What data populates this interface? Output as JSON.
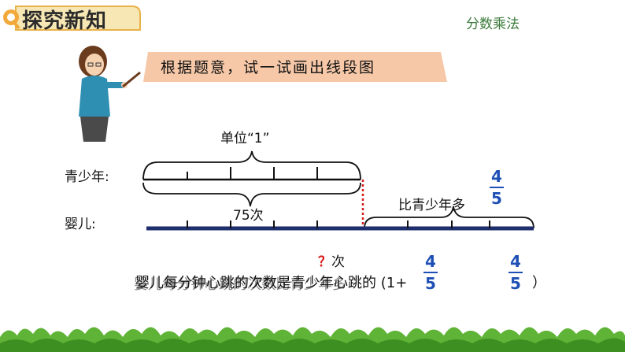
{
  "header": {
    "title": "探究新知",
    "subject": "分数乘法"
  },
  "task": {
    "text": "根据题意，试一试画出线段图"
  },
  "diagram": {
    "row1_label": "青少年:",
    "row2_label": "婴儿:",
    "unit_label": "单位“1”",
    "count_label": "75次",
    "more_label": "比青少年多",
    "fraction": {
      "numerator": "4",
      "denominator": "5"
    },
    "question_mark": "？",
    "question_unit": "次"
  },
  "statement": {
    "layer1": "婴儿每分钟心跳的次数是青少年心跳的 (1+",
    "layer2": "婴儿每分钟心跳的次数比青少年多",
    "close_paren": "）",
    "frac1": {
      "numerator": "4",
      "denominator": "5"
    },
    "frac2": {
      "numerator": "4",
      "denominator": "5"
    }
  },
  "colors": {
    "baby_line": "#1f2f6e",
    "dashed": "#d81b1b",
    "fraction": "#1e4fb4",
    "grass": "#5fb336"
  }
}
